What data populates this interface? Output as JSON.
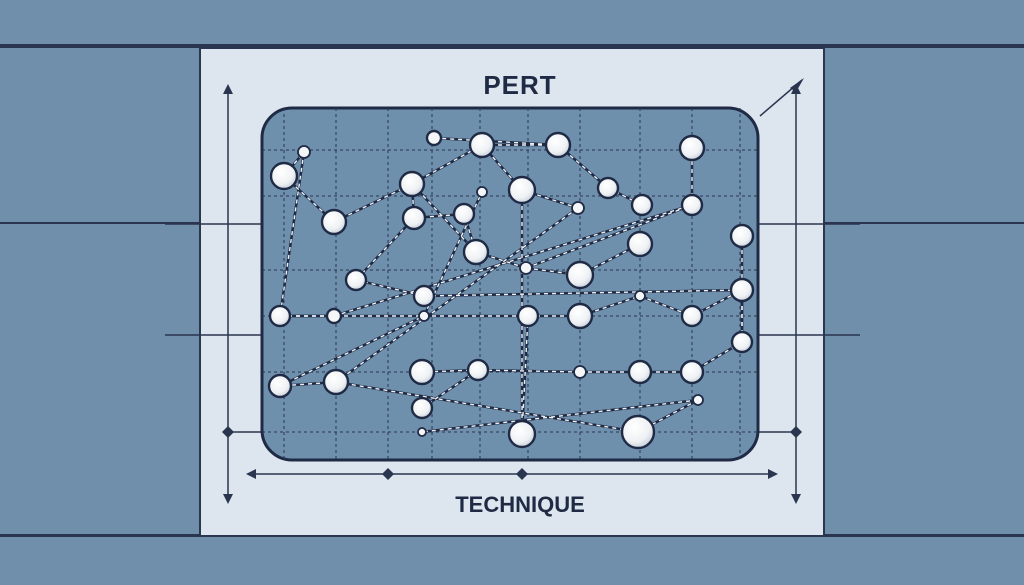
{
  "title": "PERT",
  "subtitle": "TECHNIQUE",
  "colors": {
    "background": "#6f8fab",
    "paper": "#dde6ee",
    "panel": "#6f90ad",
    "ink": "#1f2a45",
    "node": "#f4f6f8"
  },
  "nodes": [
    "n1",
    "n2",
    "n3",
    "n4",
    "n5",
    "n6",
    "n7",
    "n8",
    "n9",
    "n10",
    "n11",
    "n12",
    "n13",
    "n14",
    "n15",
    "n16",
    "n17",
    "n18",
    "n19",
    "n20",
    "n21",
    "n22",
    "n23",
    "n24",
    "n25",
    "n26",
    "n27",
    "n28",
    "n29",
    "n30",
    "n31",
    "n32",
    "n33",
    "n34",
    "n35",
    "n36",
    "n37",
    "n38",
    "n39",
    "n40",
    "n41",
    "n42",
    "n43",
    "n44"
  ],
  "edges": [
    [
      "n1",
      "n2"
    ],
    [
      "n1",
      "n3"
    ],
    [
      "n2",
      "n4"
    ],
    [
      "n4",
      "n5"
    ],
    [
      "n5",
      "n6"
    ],
    [
      "n6",
      "n7"
    ],
    [
      "n6",
      "n8"
    ],
    [
      "n8",
      "n9"
    ],
    [
      "n4",
      "n10"
    ],
    [
      "n10",
      "n11"
    ],
    [
      "n4",
      "n12"
    ],
    [
      "n12",
      "n13"
    ],
    [
      "n13",
      "n14"
    ],
    [
      "n14",
      "n15"
    ],
    [
      "n13",
      "n16"
    ],
    [
      "n16",
      "n17"
    ],
    [
      "n10",
      "n18"
    ],
    [
      "n18",
      "n19"
    ],
    [
      "n3",
      "n20"
    ],
    [
      "n20",
      "n21"
    ],
    [
      "n21",
      "n16"
    ],
    [
      "n20",
      "n22"
    ],
    [
      "n22",
      "n23"
    ],
    [
      "n23",
      "n24"
    ],
    [
      "n24",
      "n25"
    ],
    [
      "n25",
      "n26"
    ],
    [
      "n26",
      "n27"
    ],
    [
      "n27",
      "n28"
    ],
    [
      "n27",
      "n29"
    ],
    [
      "n29",
      "n30"
    ],
    [
      "n30",
      "n31"
    ],
    [
      "n31",
      "n32"
    ],
    [
      "n32",
      "n33"
    ],
    [
      "n32",
      "n34"
    ],
    [
      "n22",
      "n35"
    ],
    [
      "n35",
      "n36"
    ],
    [
      "n36",
      "n37"
    ],
    [
      "n37",
      "n38"
    ],
    [
      "n38",
      "n39"
    ],
    [
      "n39",
      "n40"
    ],
    [
      "n40",
      "n41"
    ],
    [
      "n38",
      "n42"
    ],
    [
      "n42",
      "n43"
    ],
    [
      "n43",
      "n44"
    ],
    [
      "n36",
      "n5"
    ],
    [
      "n11",
      "n12"
    ],
    [
      "n19",
      "n26"
    ]
  ]
}
